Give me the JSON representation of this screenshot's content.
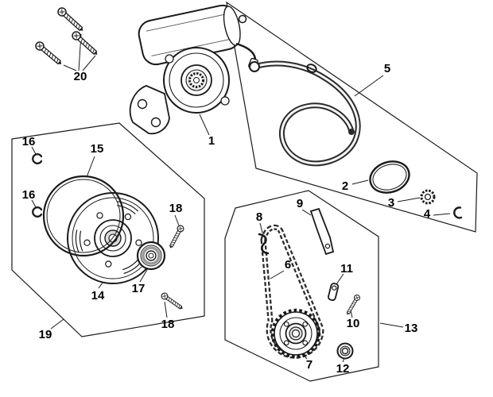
{
  "diagram": {
    "kind": "exploded-parts-diagram",
    "colors": {
      "background": "#ffffff",
      "line": "#1a1a1a",
      "label": "#000000"
    }
  },
  "labels": {
    "p1": "1",
    "p2": "2",
    "p3": "3",
    "p4": "4",
    "p5": "5",
    "p6": "6",
    "p7": "7",
    "p8": "8",
    "p9": "9",
    "p10": "10",
    "p11": "11",
    "p12": "12",
    "p13": "13",
    "p14": "14",
    "p15": "15",
    "p16": "16",
    "p17": "17",
    "p18": "18",
    "p19": "19",
    "p20": "20"
  }
}
